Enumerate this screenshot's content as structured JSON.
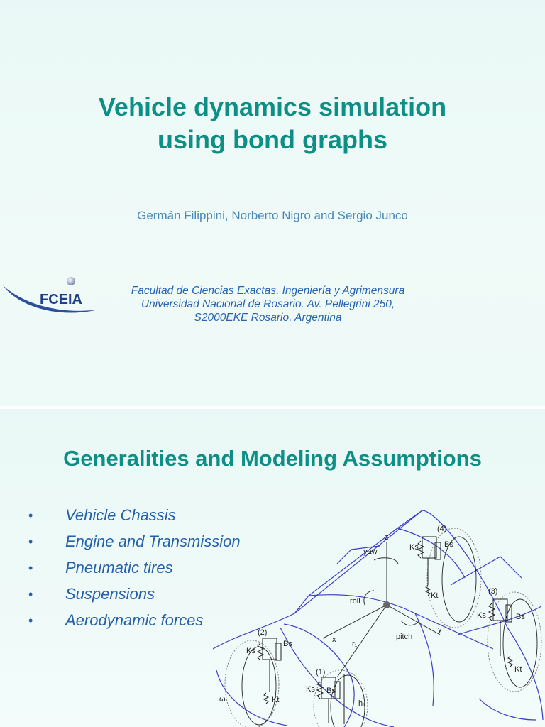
{
  "slide1": {
    "title_lines": [
      "Vehicle dynamics simulation",
      "using bond graphs"
    ],
    "authors": "Germán Filippini, Norberto Nigro and Sergio Junco",
    "logo_text": "FCEIA",
    "affiliation_lines": [
      "Facultad de Ciencias Exactas, Ingeniería y Agrimensura",
      "Universidad Nacional de Rosario. Av. Pellegrini 250,",
      "S2000EKE Rosario, Argentina"
    ]
  },
  "slide2": {
    "title": "Generalities and Modeling Assumptions",
    "bullet_glyph": "•",
    "bullets": [
      "Vehicle Chassis",
      "Engine and Transmission",
      "Pneumatic tires",
      "Suspensions",
      "Aerodynamic forces"
    ],
    "diagram_labels": {
      "n1": "(1)",
      "n2": "(2)",
      "n3": "(3)",
      "n4": "(4)",
      "ks": "Ks",
      "bs": "Bs",
      "kt": "Kt",
      "z": "z",
      "x": "x",
      "y": "y",
      "yaw": "yaw",
      "roll": "roll",
      "pitch": "pitch",
      "r1": "r₁",
      "h1": "h₁",
      "omega": "ω"
    }
  },
  "colors": {
    "title": "#0e8f86",
    "text_blue": "#2560a8",
    "author_blue": "#4a88b8",
    "car_line": "#3b3fc8"
  }
}
